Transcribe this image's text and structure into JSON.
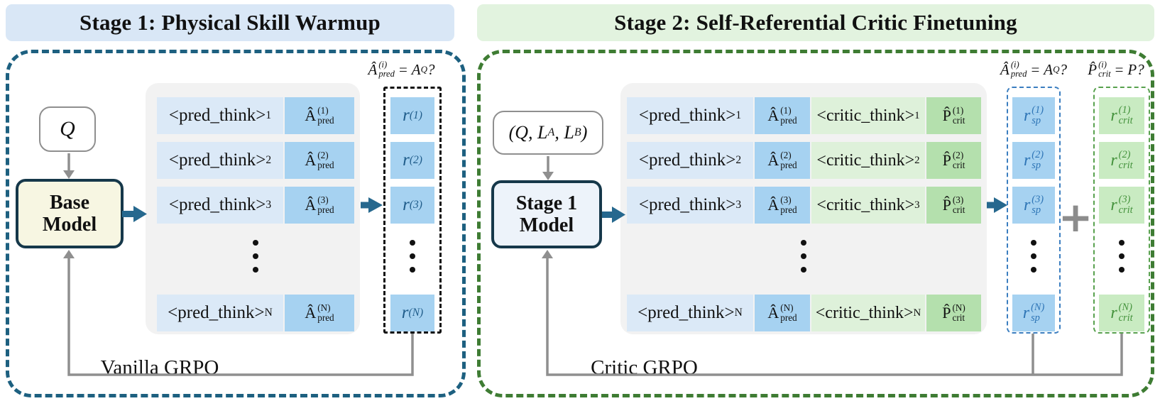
{
  "colors": {
    "stage1_header_bg": "#d9e7f6",
    "stage2_header_bg": "#e2f3df",
    "stage1_panel_border": "#1d6080",
    "stage2_panel_border": "#3e7c33",
    "light_blue_cell": "#dbe9f7",
    "mid_blue_cell": "#a6d2f1",
    "light_green_cell": "#def1da",
    "mid_green_cell": "#b4e0ad",
    "gray_container": "#f2f2f2",
    "base_model_bg": "#f7f6e2",
    "stage1_model_bg": "#edf3fa",
    "model_border": "#16384a",
    "teal_arrow": "#26688e",
    "gray_line": "#8f8f8f",
    "reward_text_blue": "#1f5c8a",
    "reward_sp_text": "#2e75b6",
    "reward_crit_text": "#44923c"
  },
  "stage1": {
    "header": "Stage 1: Physical Skill Warmup",
    "input_label": "Q",
    "model_line1": "Base",
    "model_line2": "Model",
    "condition": {
      "lhs": "Â",
      "lhs_sup": "(i)",
      "lhs_sub": "pred",
      "eq": "=",
      "rhs": "A",
      "rhs_sub": "Q",
      "question": "?"
    },
    "rows": [
      {
        "think": "<pred_think>",
        "idx": "1",
        "a": "Â",
        "a_sup": "(1)",
        "a_sub": "pred"
      },
      {
        "think": "<pred_think>",
        "idx": "2",
        "a": "Â",
        "a_sup": "(2)",
        "a_sub": "pred"
      },
      {
        "think": "<pred_think>",
        "idx": "3",
        "a": "Â",
        "a_sup": "(3)",
        "a_sub": "pred"
      },
      {
        "think": "<pred_think>",
        "idx": "N",
        "a": "Â",
        "a_sup": "(N)",
        "a_sub": "pred"
      }
    ],
    "rewards": [
      {
        "base": "r",
        "sup": "(1)"
      },
      {
        "base": "r",
        "sup": "(2)"
      },
      {
        "base": "r",
        "sup": "(3)"
      },
      {
        "base": "r",
        "sup": "(N)"
      }
    ],
    "algorithm": "Vanilla GRPO"
  },
  "stage2": {
    "header": "Stage 2: Self-Referential Critic Finetuning",
    "input": {
      "p1": "(Q, L",
      "s1": "A",
      "p2": ", L",
      "s2": "B",
      "p3": ")"
    },
    "model_line1": "Stage 1",
    "model_line2": "Model",
    "condition_pred": {
      "lhs": "Â",
      "lhs_sup": "(i)",
      "lhs_sub": "pred",
      "eq": "=",
      "rhs": "A",
      "rhs_sub": "Q",
      "question": "?"
    },
    "condition_crit": {
      "lhs": "P̂",
      "lhs_sup": "(i)",
      "lhs_sub": "crit",
      "eq": "=",
      "rhs": "P",
      "question": "?"
    },
    "rows": [
      {
        "think": "<pred_think>",
        "idx": "1",
        "a": "Â",
        "a_sup": "(1)",
        "a_sub": "pred",
        "critic": "<critic_think>",
        "p": "P̂",
        "p_sup": "(1)",
        "p_sub": "crit"
      },
      {
        "think": "<pred_think>",
        "idx": "2",
        "a": "Â",
        "a_sup": "(2)",
        "a_sub": "pred",
        "critic": "<critic_think>",
        "p": "P̂",
        "p_sup": "(2)",
        "p_sub": "crit"
      },
      {
        "think": "<pred_think>",
        "idx": "3",
        "a": "Â",
        "a_sup": "(3)",
        "a_sub": "pred",
        "critic": "<critic_think>",
        "p": "P̂",
        "p_sup": "(3)",
        "p_sub": "crit"
      },
      {
        "think": "<pred_think>",
        "idx": "N",
        "a": "Â",
        "a_sup": "(N)",
        "a_sub": "pred",
        "critic": "<critic_think>",
        "p": "P̂",
        "p_sup": "(N)",
        "p_sub": "crit"
      }
    ],
    "rewards_sp": [
      {
        "base": "r",
        "sup": "(1)",
        "sub": "sp"
      },
      {
        "base": "r",
        "sup": "(2)",
        "sub": "sp"
      },
      {
        "base": "r",
        "sup": "(3)",
        "sub": "sp"
      },
      {
        "base": "r",
        "sup": "(N)",
        "sub": "sp"
      }
    ],
    "rewards_crit": [
      {
        "base": "r",
        "sup": "(1)",
        "sub": "crit"
      },
      {
        "base": "r",
        "sup": "(2)",
        "sub": "crit"
      },
      {
        "base": "r",
        "sup": "(3)",
        "sub": "crit"
      },
      {
        "base": "r",
        "sup": "(N)",
        "sub": "crit"
      }
    ],
    "plus": "+",
    "algorithm": "Critic GRPO"
  }
}
